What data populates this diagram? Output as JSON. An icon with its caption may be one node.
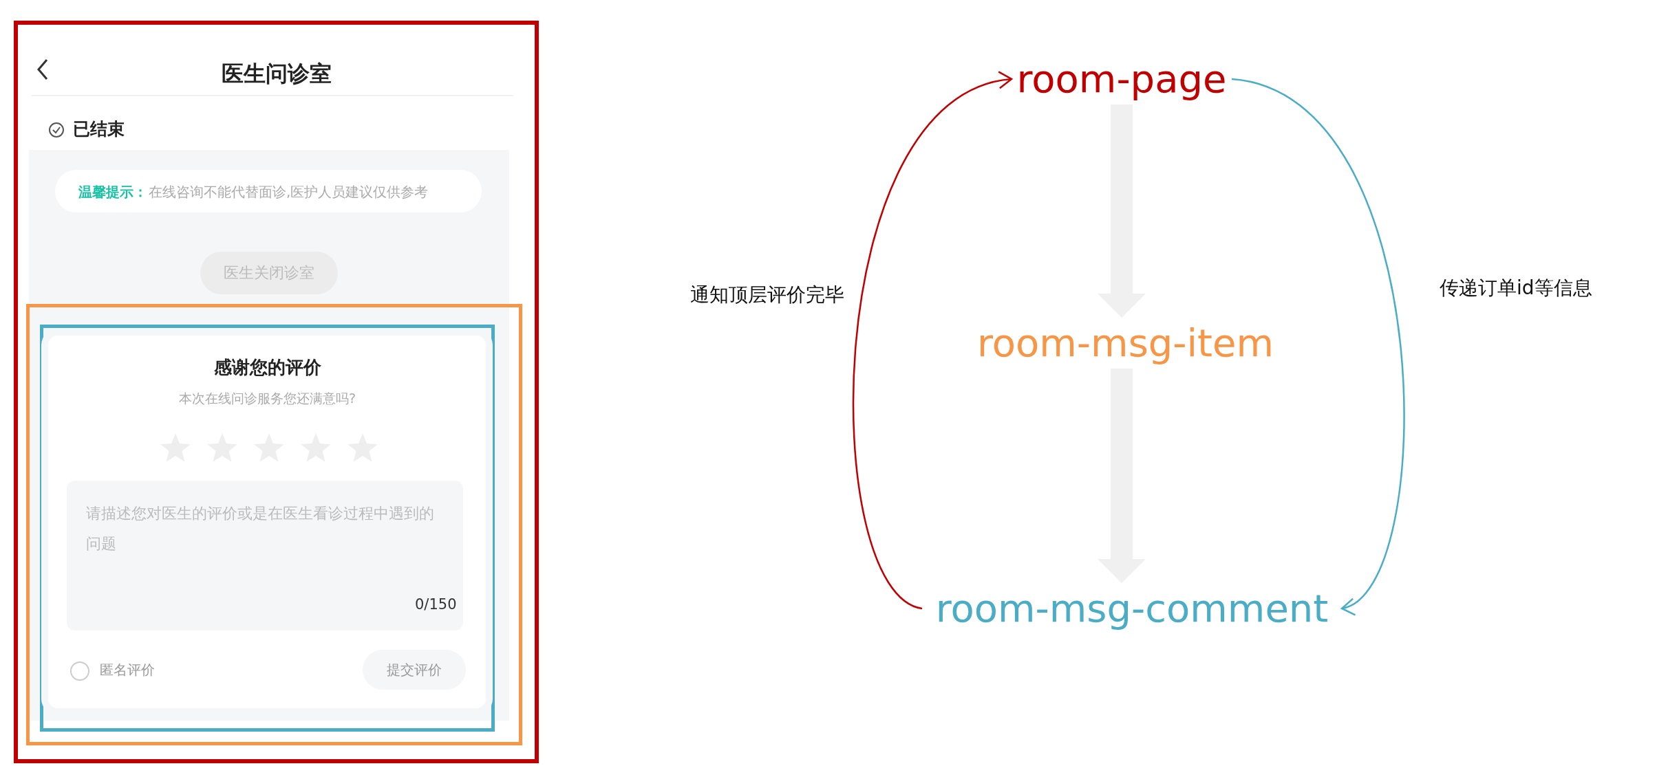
{
  "diagram": {
    "nodes": [
      {
        "text": [
          "医生问诊室",
          "已结束",
          "温馨提示：",
          "在线咨询不能代替面诊,医护人员建议仅供参考",
          "医生关闭诊室"
        ]
      },
      {
        "text": [],
        "shape": "box",
        "in": 0
      },
      {
        "text": [
          "感谢您的评价",
          "本次在线问诊服务您还满意吗?",
          "请描述您对医生的评价或是在医生看诊过程中遇到的问题",
          "0/150",
          "匿名评价",
          "提交评价"
        ],
        "in": 1
      },
      {
        "text": [
          "room-page"
        ]
      },
      {
        "text": [
          "room-msg-item"
        ]
      },
      {
        "text": [
          "room-msg-comment"
        ]
      }
    ],
    "edges": [
      {
        "from": 3,
        "to": 4,
        "arrow": "to",
        "style": "thick",
        "color": "#f0f0f0"
      },
      {
        "from": 4,
        "to": 5,
        "arrow": "to",
        "style": "thick",
        "color": "#f0f0f0"
      },
      {
        "from": 5,
        "to": 3,
        "arrow": "to",
        "color": "#c00000",
        "label": "通知顶层评价完毕"
      },
      {
        "from": 3,
        "to": 5,
        "arrow": "to",
        "color": "#4bacc6",
        "label": "传递订单id等信息"
      }
    ]
  }
}
